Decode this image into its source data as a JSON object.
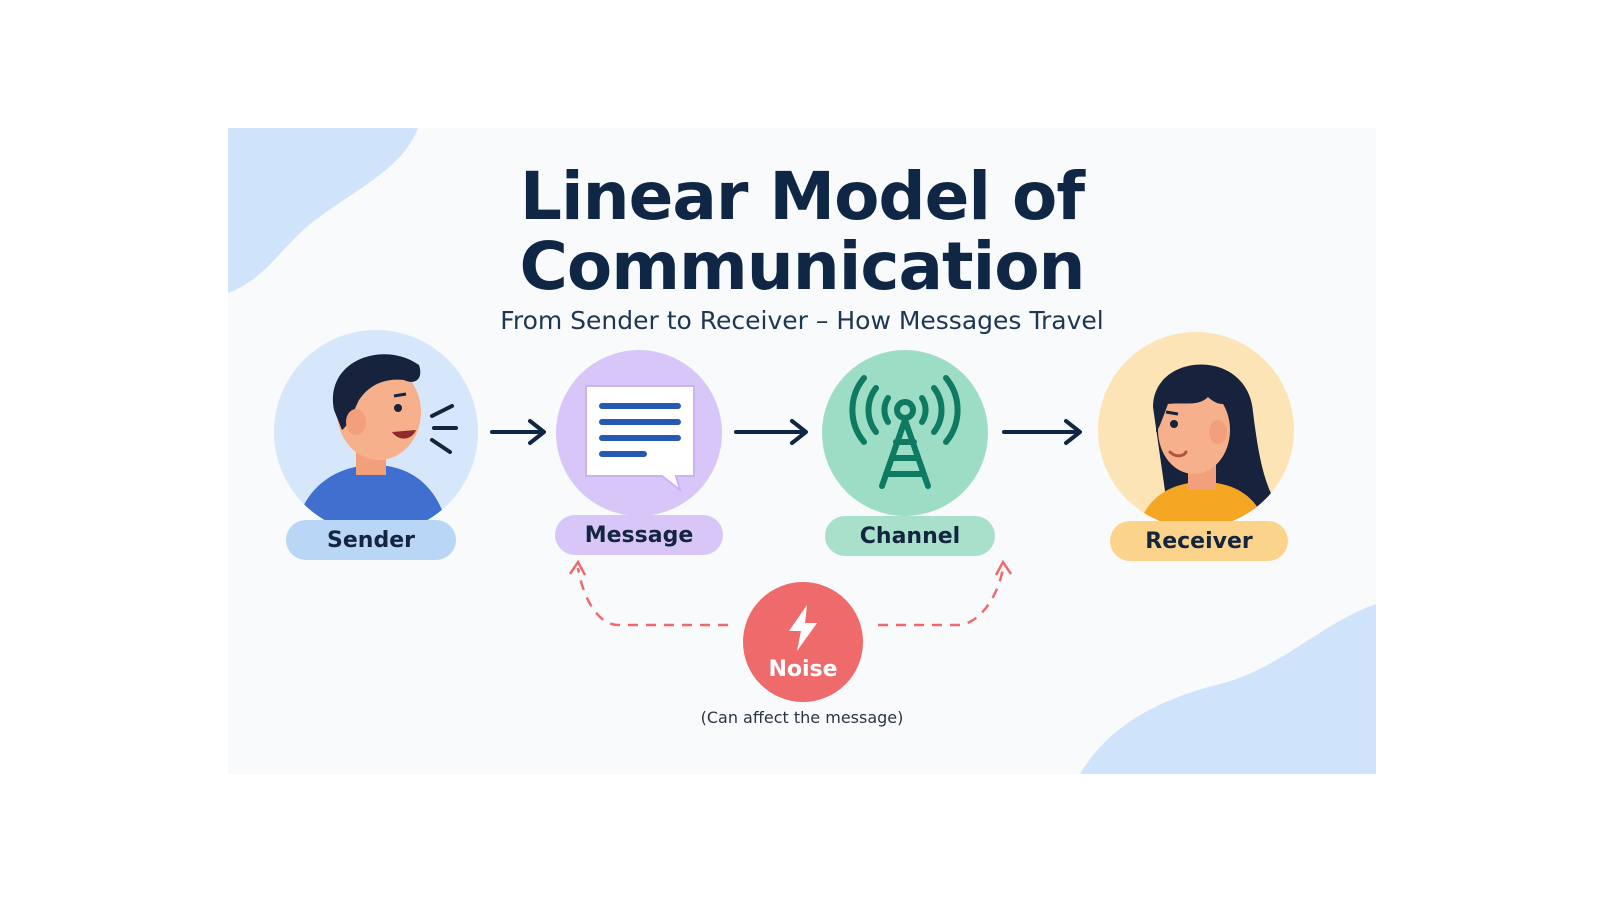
{
  "title_line1": "Linear Model of",
  "title_line2": "Communication",
  "subtitle": "From Sender to Receiver – How Messages Travel",
  "nodes": [
    {
      "label": "Sender",
      "icon": "speaking-man-icon",
      "color": "#b9d6f7"
    },
    {
      "label": "Message",
      "icon": "message-bubble-icon",
      "color": "#d8c6f8"
    },
    {
      "label": "Channel",
      "icon": "broadcast-tower-icon",
      "color": "#9ddcc5"
    },
    {
      "label": "Receiver",
      "icon": "listening-woman-icon",
      "color": "#fbd38a"
    }
  ],
  "noise": {
    "label": "Noise",
    "note": "(Can affect the message)",
    "icon": "lightning-bolt-icon",
    "color": "#ef6b6b"
  },
  "colors": {
    "navy": "#0f2744",
    "background": "#f8fafc",
    "blob": "#cfe3fb"
  }
}
